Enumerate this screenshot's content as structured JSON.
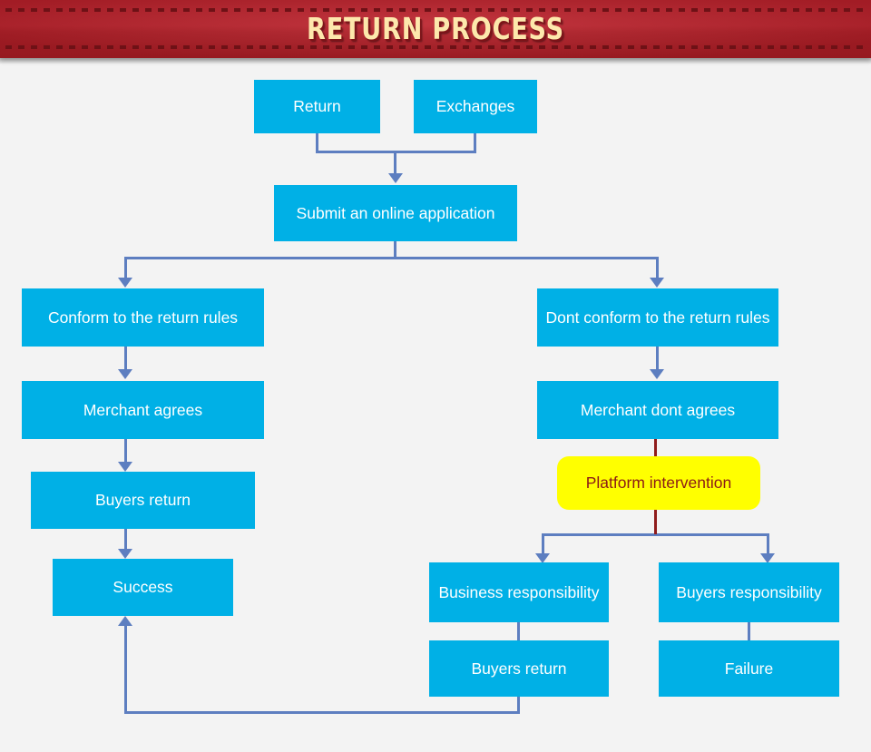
{
  "header": {
    "title": "RETURN PROCESS",
    "band_color": "#b9222c",
    "title_color": "#fde8ac",
    "dash_color": "#6e1116"
  },
  "canvas": {
    "background": "#f3f3f3",
    "node_color": "#00b0e6",
    "node_text_color": "#ffffff",
    "highlight_color": "#ffff00",
    "highlight_text_color": "#8b1a17",
    "connector_color": "#5d7ec0",
    "red_connector_color": "#8f1b1b"
  },
  "flow": {
    "nodes": [
      {
        "id": "return",
        "label": "Return"
      },
      {
        "id": "exchanges",
        "label": "Exchanges"
      },
      {
        "id": "submit",
        "label": "Submit an online application"
      },
      {
        "id": "conform",
        "label": "Conform to the return rules"
      },
      {
        "id": "dont-conform",
        "label": "Dont conform to the return rules"
      },
      {
        "id": "merchant-agrees",
        "label": "Merchant agrees"
      },
      {
        "id": "merchant-dont",
        "label": "Merchant dont agrees"
      },
      {
        "id": "buyers-return-left",
        "label": "Buyers return"
      },
      {
        "id": "platform",
        "label": "Platform intervention"
      },
      {
        "id": "success",
        "label": "Success"
      },
      {
        "id": "business-resp",
        "label": "Business responsibility"
      },
      {
        "id": "buyers-resp",
        "label": "Buyers responsibility"
      },
      {
        "id": "buyers-return-mid",
        "label": "Buyers return"
      },
      {
        "id": "failure",
        "label": "Failure"
      }
    ]
  }
}
